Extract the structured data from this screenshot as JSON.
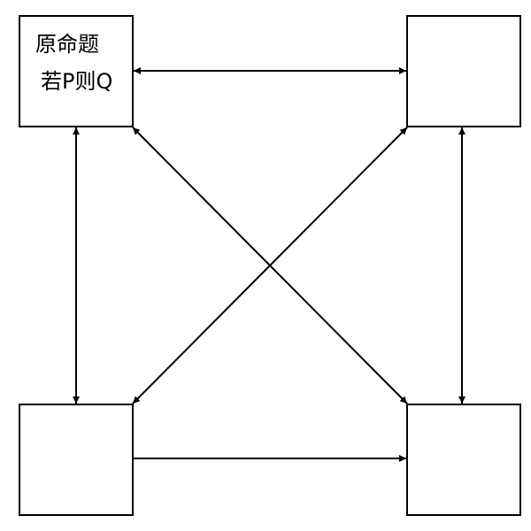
{
  "diagram": {
    "boxes": {
      "top_left": {
        "line1": "原命题",
        "line2": "若P则Q"
      },
      "top_right": {
        "line1": "",
        "line2": ""
      },
      "bottom_left": {
        "line1": "",
        "line2": ""
      },
      "bottom_right": {
        "line1": "",
        "line2": ""
      }
    },
    "connections": [
      {
        "from": "top_left",
        "to": "top_right",
        "direction": "both"
      },
      {
        "from": "top_left",
        "to": "bottom_left",
        "direction": "both"
      },
      {
        "from": "top_right",
        "to": "bottom_right",
        "direction": "both"
      },
      {
        "from": "top_left",
        "to": "bottom_right",
        "direction": "both"
      },
      {
        "from": "top_right",
        "to": "bottom_left",
        "direction": "both"
      },
      {
        "from": "bottom_left",
        "to": "bottom_right",
        "direction": "forward"
      }
    ],
    "colors": {
      "stroke": "#000000",
      "background": "#ffffff"
    }
  }
}
